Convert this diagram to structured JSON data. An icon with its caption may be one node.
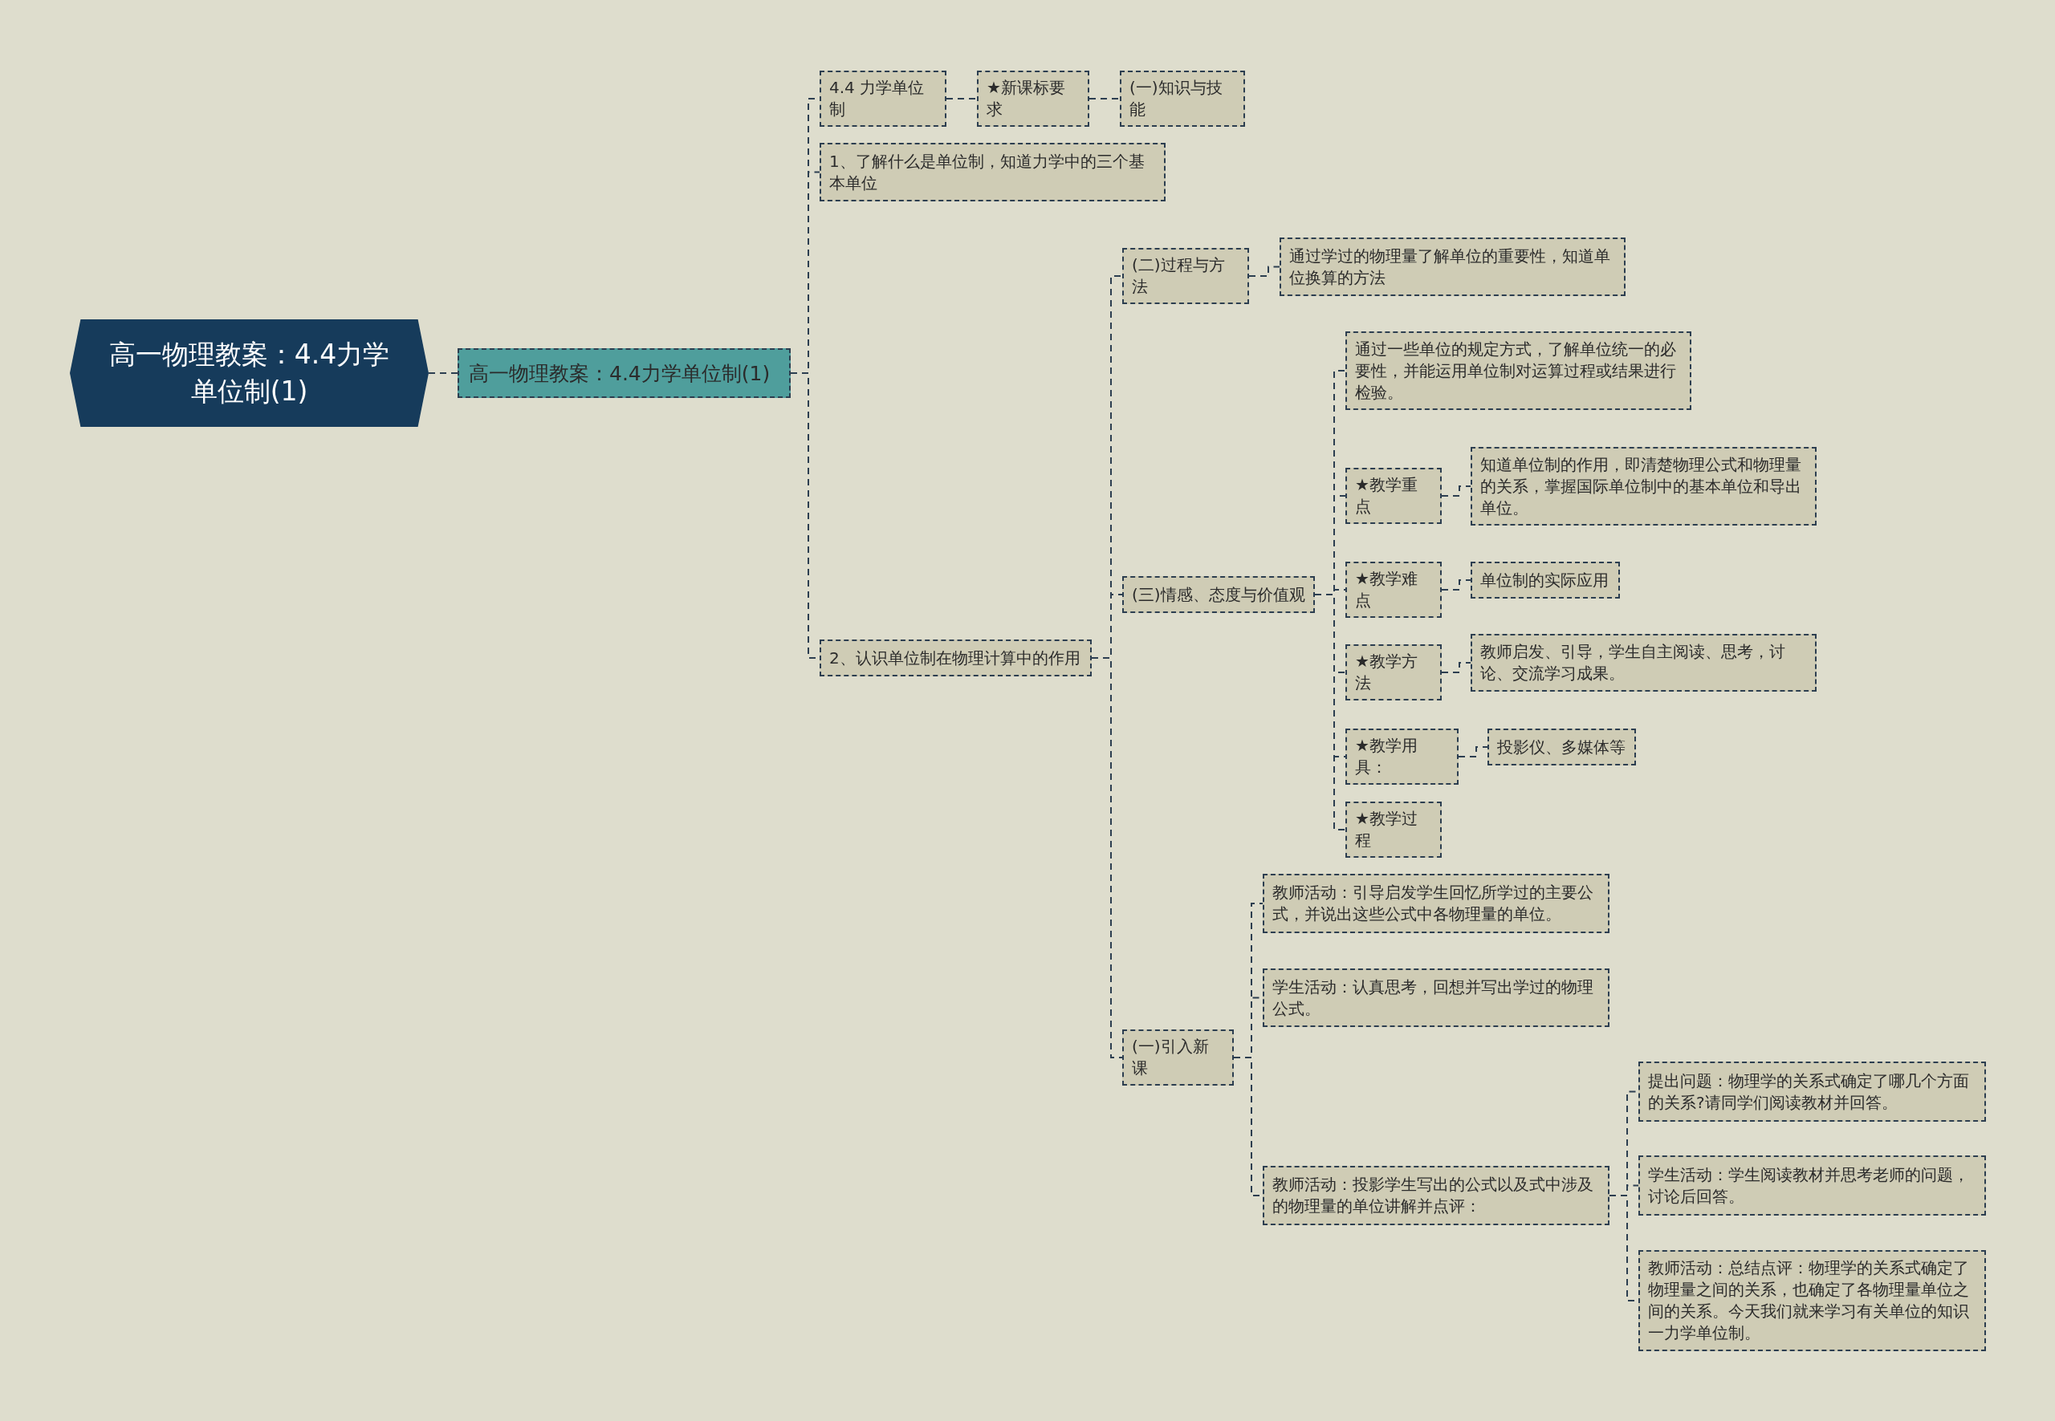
{
  "diagram": {
    "nodes": [
      {
        "text": [
          "高一物理教案：4.4力学单位制(1)"
        ]
      },
      {
        "text": [
          "高一物理教案：4.4力学单位制(1)"
        ]
      },
      {
        "text": [
          "4.4 力学单位制"
        ]
      },
      {
        "text": [
          "★新课标要求"
        ]
      },
      {
        "text": [
          "(一)知识与技能"
        ]
      },
      {
        "text": [
          "1、了解什么是单位制，知道力学中的三个基本单位"
        ]
      },
      {
        "text": [
          "2、认识单位制在物理计算中的作用"
        ]
      },
      {
        "text": [
          "(二)过程与方法"
        ]
      },
      {
        "text": [
          "通过学过的物理量了解单位的重要性，知道单位换算的方法"
        ]
      },
      {
        "text": [
          "(三)情感、态度与价值观"
        ]
      },
      {
        "text": [
          "通过一些单位的规定方式，了解单位统一的必要性，并能运用单位制对运算过程或结果进行检验。"
        ]
      },
      {
        "text": [
          "★教学重点"
        ]
      },
      {
        "text": [
          "知道单位制的作用，即清楚物理公式和物理量的关系，掌握国际单位制中的基本单位和导出单位。"
        ]
      },
      {
        "text": [
          "★教学难点"
        ]
      },
      {
        "text": [
          "单位制的实际应用"
        ]
      },
      {
        "text": [
          "★教学方法"
        ]
      },
      {
        "text": [
          "教师启发、引导，学生自主阅读、思考，讨论、交流学习成果。"
        ]
      },
      {
        "text": [
          "★教学用具："
        ]
      },
      {
        "text": [
          "投影仪、多媒体等"
        ]
      },
      {
        "text": [
          "★教学过程"
        ]
      },
      {
        "text": [
          "(一)引入新课"
        ]
      },
      {
        "text": [
          "教师活动：引导启发学生回忆所学过的主要公式，并说出这些公式中各物理量的单位。"
        ]
      },
      {
        "text": [
          "学生活动：认真思考，回想并写出学过的物理公式。"
        ]
      },
      {
        "text": [
          "教师活动：投影学生写出的公式以及式中涉及的物理量的单位讲解并点评："
        ]
      },
      {
        "text": [
          "提出问题：物理学的关系式确定了哪几个方面的关系?请同学们阅读教材并回答。"
        ]
      },
      {
        "text": [
          "学生活动：学生阅读教材并思考老师的问题，讨论后回答。"
        ]
      },
      {
        "text": [
          "教师活动：总结点评：物理学的关系式确定了物理量之间的关系，也确定了各物理量单位之间的关系。今天我们就来学习有关单位的知识一力学单位制。"
        ]
      }
    ],
    "edges": [
      {
        "from": 0,
        "to": 1,
        "arrow": "none"
      },
      {
        "from": 1,
        "to": 2,
        "arrow": "none"
      },
      {
        "from": 2,
        "to": 3,
        "arrow": "none"
      },
      {
        "from": 3,
        "to": 4,
        "arrow": "none"
      },
      {
        "from": 1,
        "to": 5,
        "arrow": "none"
      },
      {
        "from": 1,
        "to": 6,
        "arrow": "none"
      },
      {
        "from": 6,
        "to": 7,
        "arrow": "none"
      },
      {
        "from": 7,
        "to": 8,
        "arrow": "none"
      },
      {
        "from": 6,
        "to": 9,
        "arrow": "none"
      },
      {
        "from": 9,
        "to": 10,
        "arrow": "none"
      },
      {
        "from": 9,
        "to": 11,
        "arrow": "none"
      },
      {
        "from": 11,
        "to": 12,
        "arrow": "none"
      },
      {
        "from": 9,
        "to": 13,
        "arrow": "none"
      },
      {
        "from": 13,
        "to": 14,
        "arrow": "none"
      },
      {
        "from": 9,
        "to": 15,
        "arrow": "none"
      },
      {
        "from": 15,
        "to": 16,
        "arrow": "none"
      },
      {
        "from": 9,
        "to": 17,
        "arrow": "none"
      },
      {
        "from": 17,
        "to": 18,
        "arrow": "none"
      },
      {
        "from": 9,
        "to": 19,
        "arrow": "none"
      },
      {
        "from": 6,
        "to": 20,
        "arrow": "none"
      },
      {
        "from": 20,
        "to": 21,
        "arrow": "none"
      },
      {
        "from": 20,
        "to": 22,
        "arrow": "none"
      },
      {
        "from": 20,
        "to": 23,
        "arrow": "none"
      },
      {
        "from": 23,
        "to": 24,
        "arrow": "none"
      },
      {
        "from": 23,
        "to": 25,
        "arrow": "none"
      },
      {
        "from": 23,
        "to": 26,
        "arrow": "none"
      }
    ]
  }
}
